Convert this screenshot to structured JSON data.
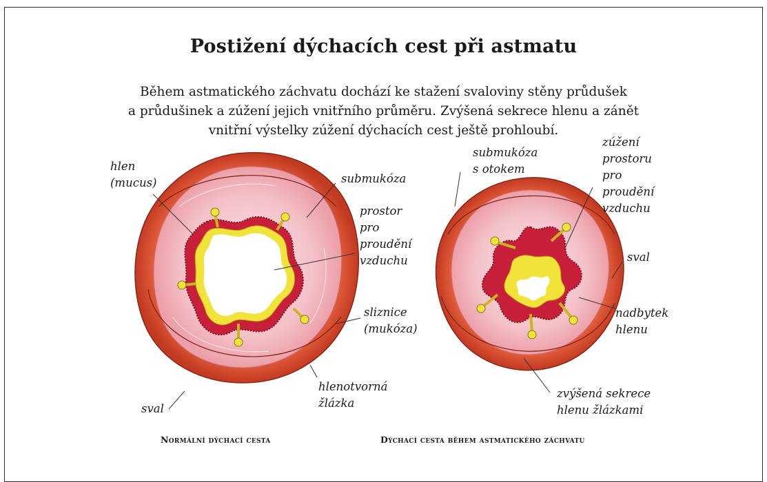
{
  "title": "Postižení dýchacích cest při astmatu",
  "intro": [
    "Během astmatického záchvatu dochází ke stažení svaloviny stěny průdušek",
    "a průdušinek a zúžení jejich vnitřního průměru. Zvýšená sekrece hlenu a zánět",
    "vnitřní výstelky zúžení dýchacích cest ještě prohloubí."
  ],
  "left_labels": {
    "hlen": [
      "hlen",
      "(mucus)"
    ],
    "submukoza": "submukóza",
    "prostor": [
      "prostor",
      "pro",
      "proudění",
      "vzduchu"
    ],
    "sliznice": [
      "sliznice",
      "(mukóza)"
    ],
    "hlenotvorna": [
      "hlenotvorná",
      "žlázka"
    ],
    "sval": "sval"
  },
  "right_labels": {
    "submukoza": [
      "submukóza",
      "s otokem"
    ],
    "zuzeni": [
      "zúžení",
      "prostoru",
      "pro",
      "proudění",
      "vzduchu"
    ],
    "sval": "sval",
    "nadbytek": [
      "nadbytek",
      "hlenu"
    ],
    "sekrece": [
      "zvýšená sekrece",
      "hlenu žlázkami"
    ]
  },
  "captions": {
    "left": "Normální dýchací cesta",
    "right": "Dýchací cesta během astmatického záchvatu"
  },
  "colors": {
    "muscle": "#d8452a",
    "submucosa": "#f3b9c0",
    "mucosa": "#c8203a",
    "mucus": "#f1e33a",
    "text": "#1a1a1a"
  }
}
